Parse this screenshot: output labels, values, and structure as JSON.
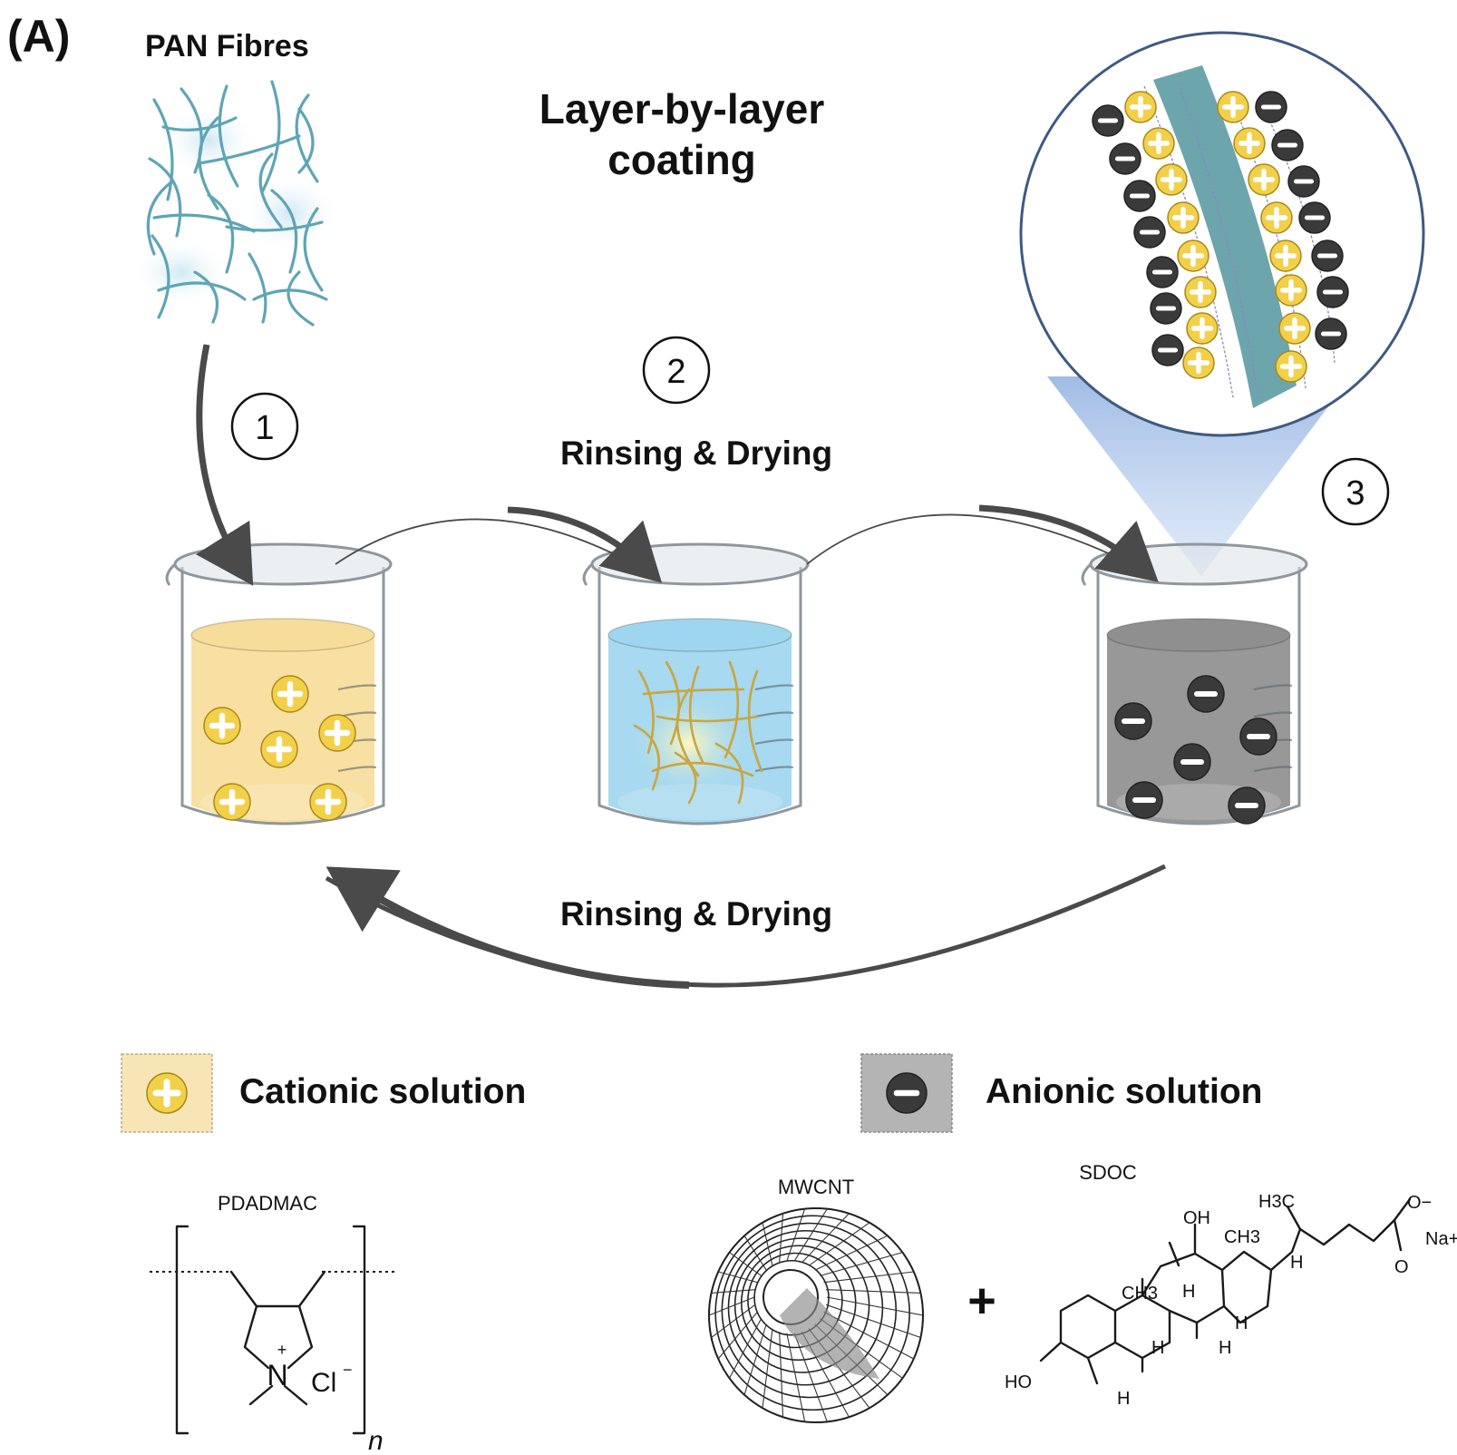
{
  "panel_label": "(A)",
  "fibres_label": "PAN Fibres",
  "title_line1": "Layer-by-layer",
  "title_line2": "coating",
  "steps": [
    "1",
    "2",
    "3"
  ],
  "rinse_top": "Rinsing & Drying",
  "rinse_bottom": "Rinsing & Drying",
  "legend": {
    "cationic_label": "Cationic solution",
    "anionic_label": "Anionic solution"
  },
  "molecules": {
    "pdadmac": {
      "name": "PDADMAC",
      "nitrogen": "N",
      "plus": "+",
      "counter_ion": "Cl",
      "counter_charge": "−",
      "repeat": "n"
    },
    "mwcnt": {
      "name": "MWCNT"
    },
    "plus_sign": "+",
    "sdoc": {
      "name": "SDOC",
      "labels": {
        "h3c": "H3C",
        "oh": "OH",
        "ch3_top": "CH3",
        "ch3_left": "CH3",
        "o_minus": "O−",
        "na_plus": "Na+",
        "o": "O",
        "h_side": "H",
        "h_a": "H",
        "h_b": "H",
        "h_c": "H",
        "h_d": "H",
        "h_e": "H",
        "ho": "HO"
      }
    }
  },
  "colors": {
    "cationic": "#f2d04a",
    "cationic_solution": "#f7dd9a",
    "anionic": "#3a3a3a",
    "anionic_solution": "#8f8f8f",
    "rinse_water": "#9fd6ef",
    "fibre": "#5fa5b5",
    "coated_fibre": "#c9a640",
    "arrow": "#4a4a4a"
  }
}
